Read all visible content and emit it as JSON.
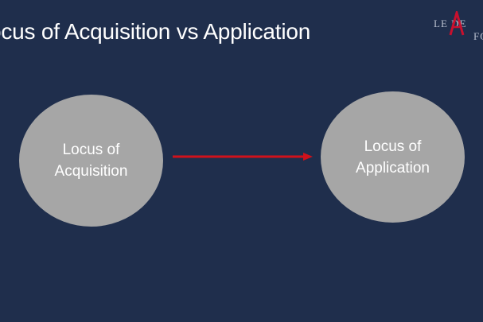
{
  "slide": {
    "title": "ocus of Acquisition vs Application",
    "logo": {
      "line1": "LE  DE",
      "line2": "FO"
    },
    "nodes": [
      {
        "line1": "Locus of",
        "line2": "Acquisition"
      },
      {
        "line1": "Locus of",
        "line2": "Application"
      }
    ],
    "colors": {
      "background": "#1f2e4c",
      "node_fill": "#a6a6a6",
      "arrow": "#d0111b",
      "text": "#ffffff"
    }
  }
}
